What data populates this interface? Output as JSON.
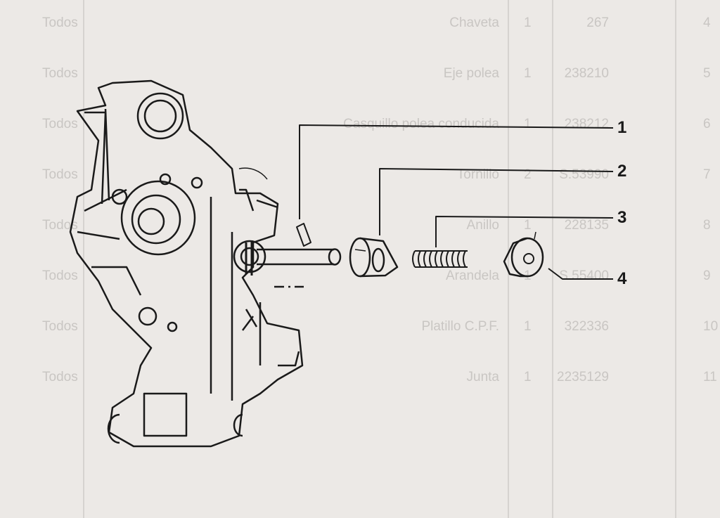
{
  "callouts": [
    "1",
    "2",
    "3",
    "4"
  ],
  "bleed_through_table": {
    "rows": [
      {
        "no": "4",
        "ref": "267",
        "qty": "1",
        "desc": "Chaveta",
        "models": "Todos"
      },
      {
        "no": "5",
        "ref": "238210",
        "qty": "1",
        "desc": "Eje polea",
        "models": "Todos"
      },
      {
        "no": "6",
        "ref": "238212",
        "qty": "1",
        "desc": "Casquillo polea conducida",
        "models": "Todos"
      },
      {
        "no": "7",
        "ref": "S.53990",
        "qty": "2",
        "desc": "Tornillo",
        "models": "Todos"
      },
      {
        "no": "8",
        "ref": "228135",
        "qty": "1",
        "desc": "Anillo",
        "models": "Todos"
      },
      {
        "no": "9",
        "ref": "S.55400",
        "qty": "1",
        "desc": "Arandela",
        "models": "Todos"
      },
      {
        "no": "10",
        "ref": "322336",
        "qty": "1",
        "desc": "Platillo C.P.F.",
        "models": "Todos"
      },
      {
        "no": "11",
        "ref": "2235129",
        "qty": "1",
        "desc": "Junta",
        "models": "Todos"
      }
    ]
  },
  "colors": {
    "paper": "#ece9e6",
    "ink": "#1a1a1a",
    "ghost": "#c9c6c3"
  }
}
